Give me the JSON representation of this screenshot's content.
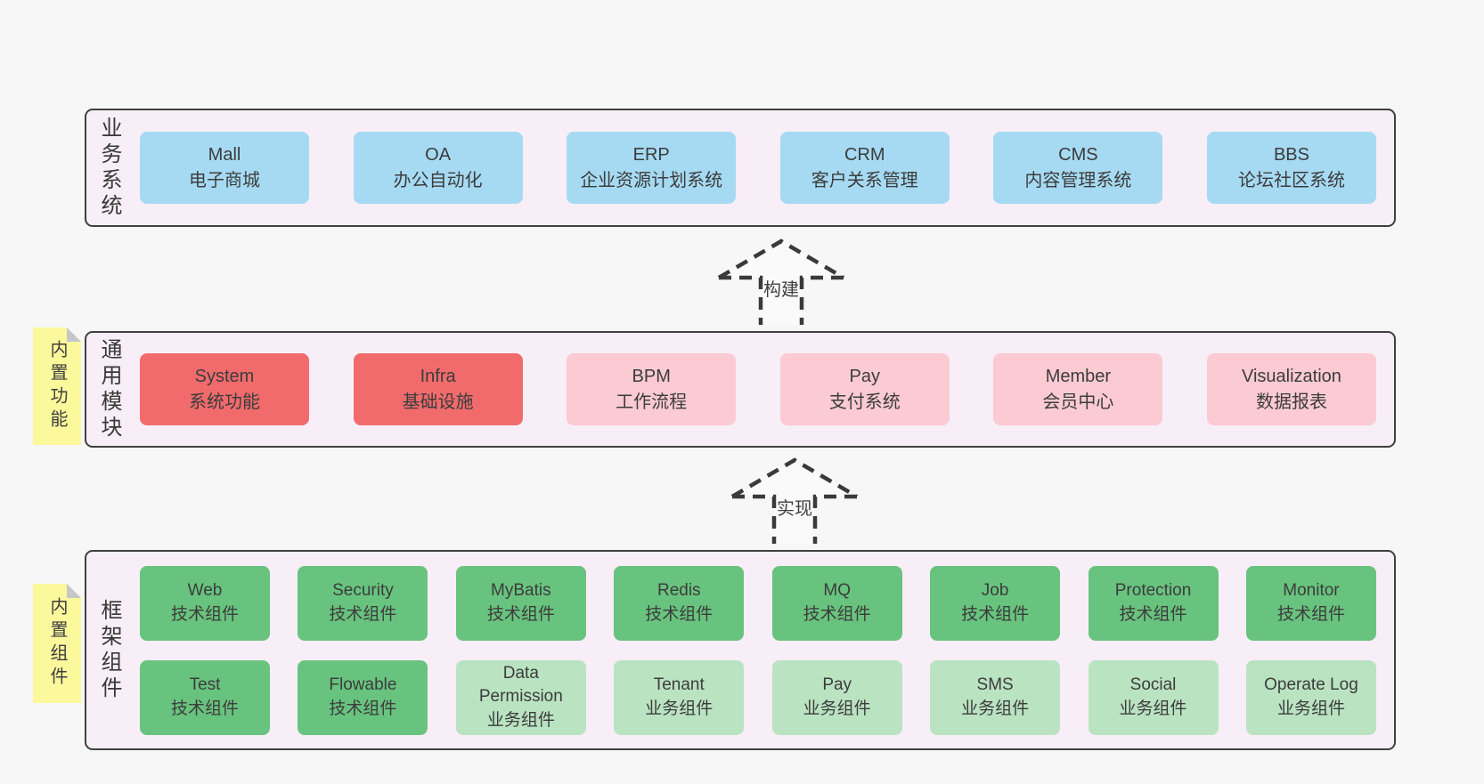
{
  "palette": {
    "page_bg": "#f7f7f7",
    "layer_bg": "#f8eef7",
    "layer_border": "#404040",
    "blue_box": "#a6daf3",
    "red_box": "#f16b6d",
    "pink_box": "#fbcad3",
    "green_box": "#68c37e",
    "light_green_box": "#bae3c1",
    "sticky_yellow": "#fbf99c",
    "sticky_fold_gray": "#c6c6c8",
    "arrow_stroke": "#3a3a3a",
    "text": "#3c3c3c"
  },
  "layers": [
    {
      "id": "business-systems",
      "label": "业务系统",
      "boxes": [
        {
          "en": "Mall",
          "zh": "电子商城"
        },
        {
          "en": "OA",
          "zh": "办公自动化"
        },
        {
          "en": "ERP",
          "zh": "企业资源计划系统"
        },
        {
          "en": "CRM",
          "zh": "客户关系管理"
        },
        {
          "en": "CMS",
          "zh": "内容管理系统"
        },
        {
          "en": "BBS",
          "zh": "论坛社区系统"
        }
      ]
    },
    {
      "id": "common-modules",
      "label": "通用模块",
      "sticky": "内置功能",
      "boxes": [
        {
          "en": "System",
          "zh": "系统功能"
        },
        {
          "en": "Infra",
          "zh": "基础设施"
        },
        {
          "en": "BPM",
          "zh": "工作流程"
        },
        {
          "en": "Pay",
          "zh": "支付系统"
        },
        {
          "en": "Member",
          "zh": "会员中心"
        },
        {
          "en": "Visualization",
          "zh": "数据报表"
        }
      ]
    },
    {
      "id": "framework-components",
      "label": "框架组件",
      "sticky": "内置组件",
      "rows": [
        [
          {
            "en": "Web",
            "zh": "技术组件"
          },
          {
            "en": "Security",
            "zh": "技术组件"
          },
          {
            "en": "MyBatis",
            "zh": "技术组件"
          },
          {
            "en": "Redis",
            "zh": "技术组件"
          },
          {
            "en": "MQ",
            "zh": "技术组件"
          },
          {
            "en": "Job",
            "zh": "技术组件"
          },
          {
            "en": "Protection",
            "zh": "技术组件"
          },
          {
            "en": "Monitor",
            "zh": "技术组件"
          }
        ],
        [
          {
            "en": "Test",
            "zh": "技术组件"
          },
          {
            "en": "Flowable",
            "zh": "技术组件"
          },
          {
            "en": "Data Permission",
            "zh": "业务组件"
          },
          {
            "en": "Tenant",
            "zh": "业务组件"
          },
          {
            "en": "Pay",
            "zh": "业务组件"
          },
          {
            "en": "SMS",
            "zh": "业务组件"
          },
          {
            "en": "Social",
            "zh": "业务组件"
          },
          {
            "en": "Operate Log",
            "zh": "业务组件"
          }
        ]
      ]
    }
  ],
  "arrows": [
    {
      "label": "构建"
    },
    {
      "label": "实现"
    }
  ]
}
